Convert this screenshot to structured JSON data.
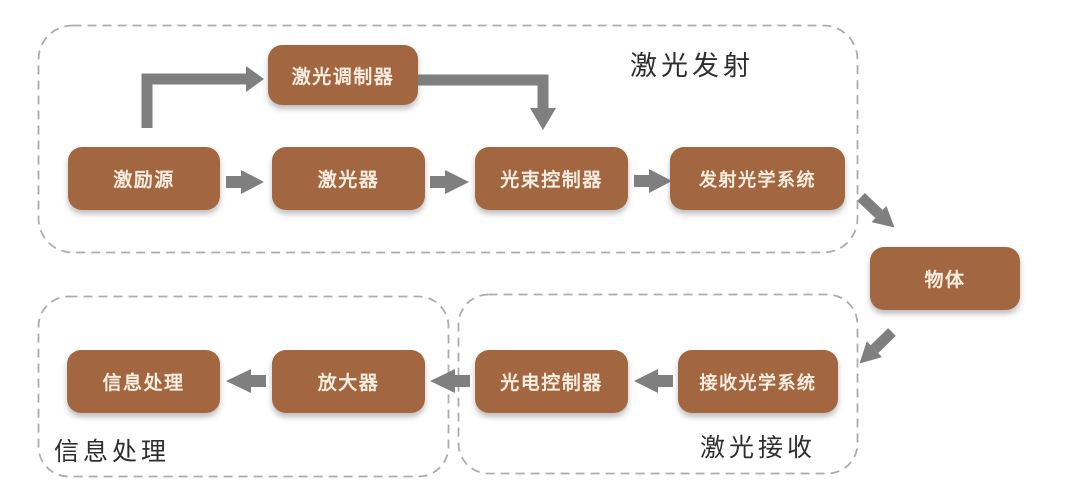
{
  "groups": {
    "emission": {
      "label": "激光发射"
    },
    "reception": {
      "label": "激光接收"
    },
    "processing": {
      "label": "信息处理"
    }
  },
  "nodes": {
    "modulator": "激光调制器",
    "excitation": "激励源",
    "laser": "激光器",
    "beam_controller": "光束控制器",
    "emit_optics": "发射光学系统",
    "object": "物体",
    "info_processing": "信息处理",
    "amplifier": "放大器",
    "photo_controller": "光电控制器",
    "receive_optics": "接收光学系统"
  },
  "colors": {
    "node_fill": "#A26740",
    "node_text": "#F6ECDF",
    "arrow": "#7F7F7F",
    "dashed_border": "#ACACAC",
    "label_text": "#2E2E2E",
    "background": "#FFFFFF"
  }
}
